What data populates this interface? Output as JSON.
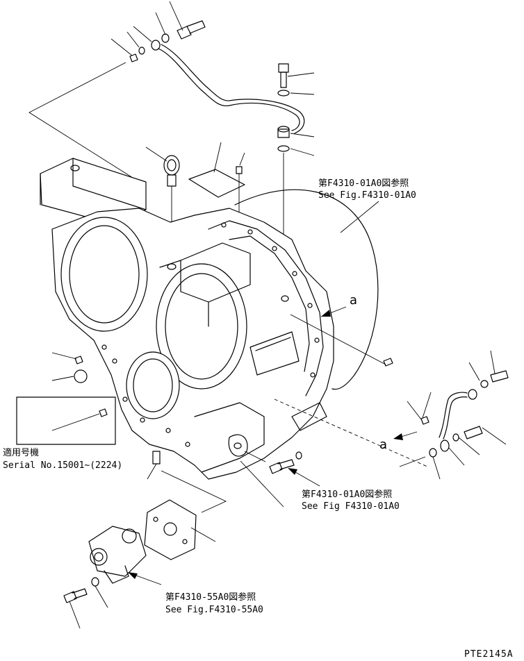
{
  "references": {
    "top_right": {
      "jp": "第F4310-01A0図参照",
      "en": "See Fig.F4310-01A0"
    },
    "bottom_middle": {
      "jp": "第F4310-01A0図参照",
      "en": "See Fig F4310-01A0"
    },
    "bottom_left": {
      "jp": "第F4310-55A0図参照",
      "en": "See Fig.F4310-55A0"
    }
  },
  "markers": {
    "a_upper": "a",
    "a_lower": "a"
  },
  "serial_note": {
    "jp": "適用号機",
    "en": "Serial No.15001~(2224)"
  },
  "drawing_code": "PTE2145A"
}
